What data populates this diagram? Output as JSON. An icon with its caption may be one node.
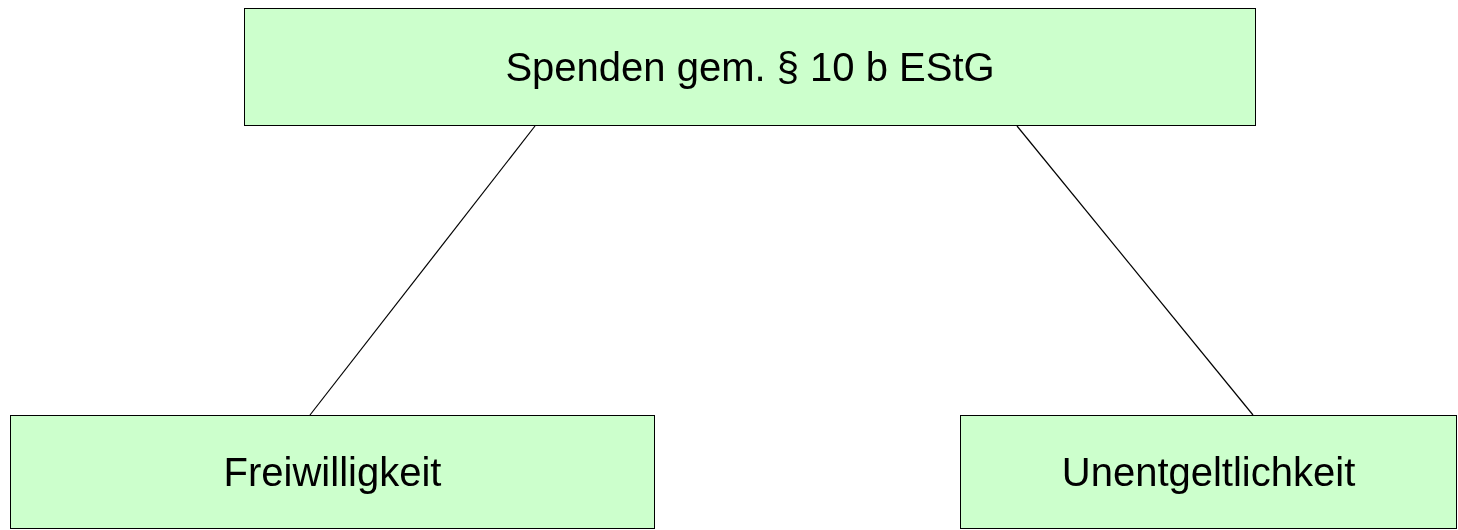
{
  "diagram": {
    "nodes": [
      {
        "text": [
          "Spenden gem. § 10 b EStG"
        ]
      },
      {
        "text": [
          "Freiwilligkeit"
        ]
      },
      {
        "text": [
          "Unentgeltlichkeit"
        ]
      }
    ],
    "edges": [
      {
        "from": 0,
        "to": 1,
        "arrow": "none"
      },
      {
        "from": 0,
        "to": 2,
        "arrow": "none"
      }
    ]
  }
}
